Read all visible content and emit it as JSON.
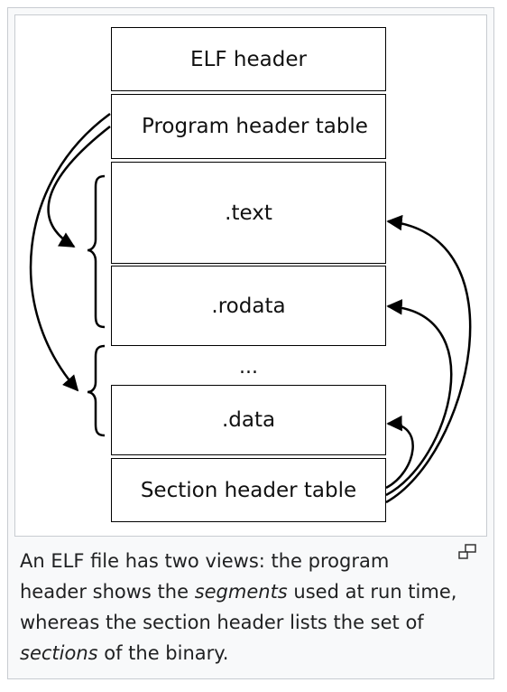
{
  "diagram": {
    "blocks": [
      {
        "id": "elf-header",
        "label": "ELF header"
      },
      {
        "id": "program-header-table",
        "label": "Program header table"
      },
      {
        "id": "text",
        "label": ".text"
      },
      {
        "id": "rodata",
        "label": ".rodata"
      },
      {
        "id": "data",
        "label": ".data"
      },
      {
        "id": "section-header-table",
        "label": "Section header table"
      }
    ],
    "ellipsis": "..."
  },
  "caption": {
    "part1": "An ELF file has two views: the program header shows the ",
    "em1": "segments",
    "part2": " used at run time, whereas the section header lists the set of ",
    "em2": "sections",
    "part3": " of the binary."
  },
  "icons": {
    "enlarge": "magnify-clip-icon"
  }
}
